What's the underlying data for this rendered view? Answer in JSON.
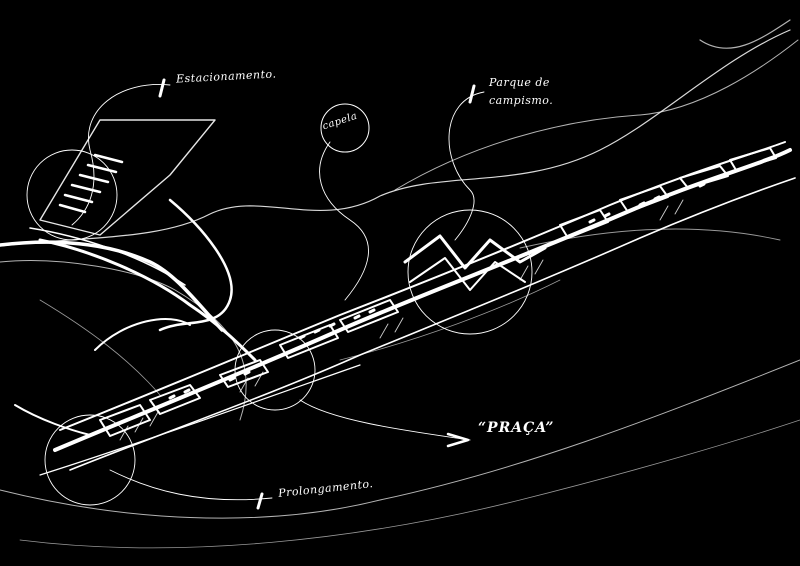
{
  "sketch": {
    "labels": {
      "estacionamento": "Estacionamento.",
      "capela": "capela",
      "parque_line1": "Parque de",
      "parque_line2": "campismo.",
      "praca": "“PRAÇA”",
      "prolongamento": "Prolongamento."
    },
    "colors": {
      "background": "#000000",
      "ink": "#ffffff"
    }
  }
}
